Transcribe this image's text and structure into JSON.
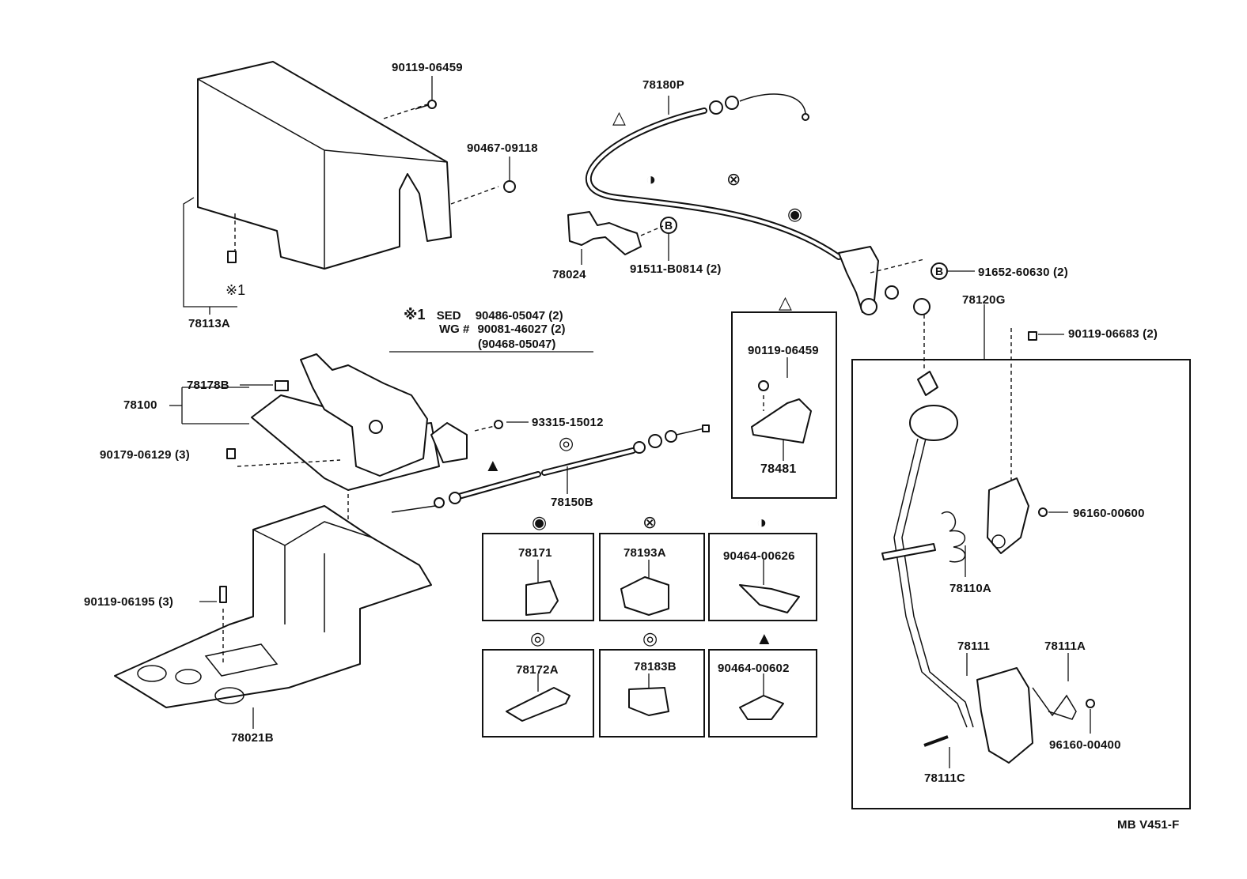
{
  "labels": {
    "p90119_06459_top": "90119-06459",
    "p90467_09118": "90467-09118",
    "p78113A": "78113A",
    "mark1": "※1",
    "p78180P": "78180P",
    "p78024": "78024",
    "p91511_B0814": "91511-B0814 (2)",
    "p91652_60630": "91652-60630 (2)",
    "p78120G": "78120G",
    "p90119_06683": "90119-06683 (2)",
    "p78178B": "78178B",
    "p78100": "78100",
    "p90179_06129": "90179-06129 (3)",
    "p93315_15012": "93315-15012",
    "p78150B": "78150B",
    "p90119_06459_box": "90119-06459",
    "p78481": "78481",
    "p96160_00600": "96160-00600",
    "p78110A": "78110A",
    "p90119_06195": "90119-06195 (3)",
    "p78021B": "78021B",
    "p78171": "78171",
    "p78193A": "78193A",
    "p90464_00626": "90464-00626",
    "p78172A": "78172A",
    "p78183B": "78183B",
    "p90464_00602": "90464-00602",
    "p78111": "78111",
    "p78111A": "78111A",
    "p96160_00400": "96160-00400",
    "p78111C": "78111C",
    "drawing_code": "MB V451-F"
  },
  "note": {
    "mark": "※1",
    "line1_variant": "SED",
    "line1_part": "90486-05047 (2)",
    "line2_variant": "WG #",
    "line2_part": "90081-46027 (2)",
    "line3_part": "(90468-05047)"
  },
  "symbols": {
    "triangle_open": "△",
    "triangle_filled": "▲",
    "half_circle": "◑",
    "cross_circle": "⊗",
    "filled_circle": "◉",
    "double_circle": "◎",
    "b_marker": "B"
  }
}
